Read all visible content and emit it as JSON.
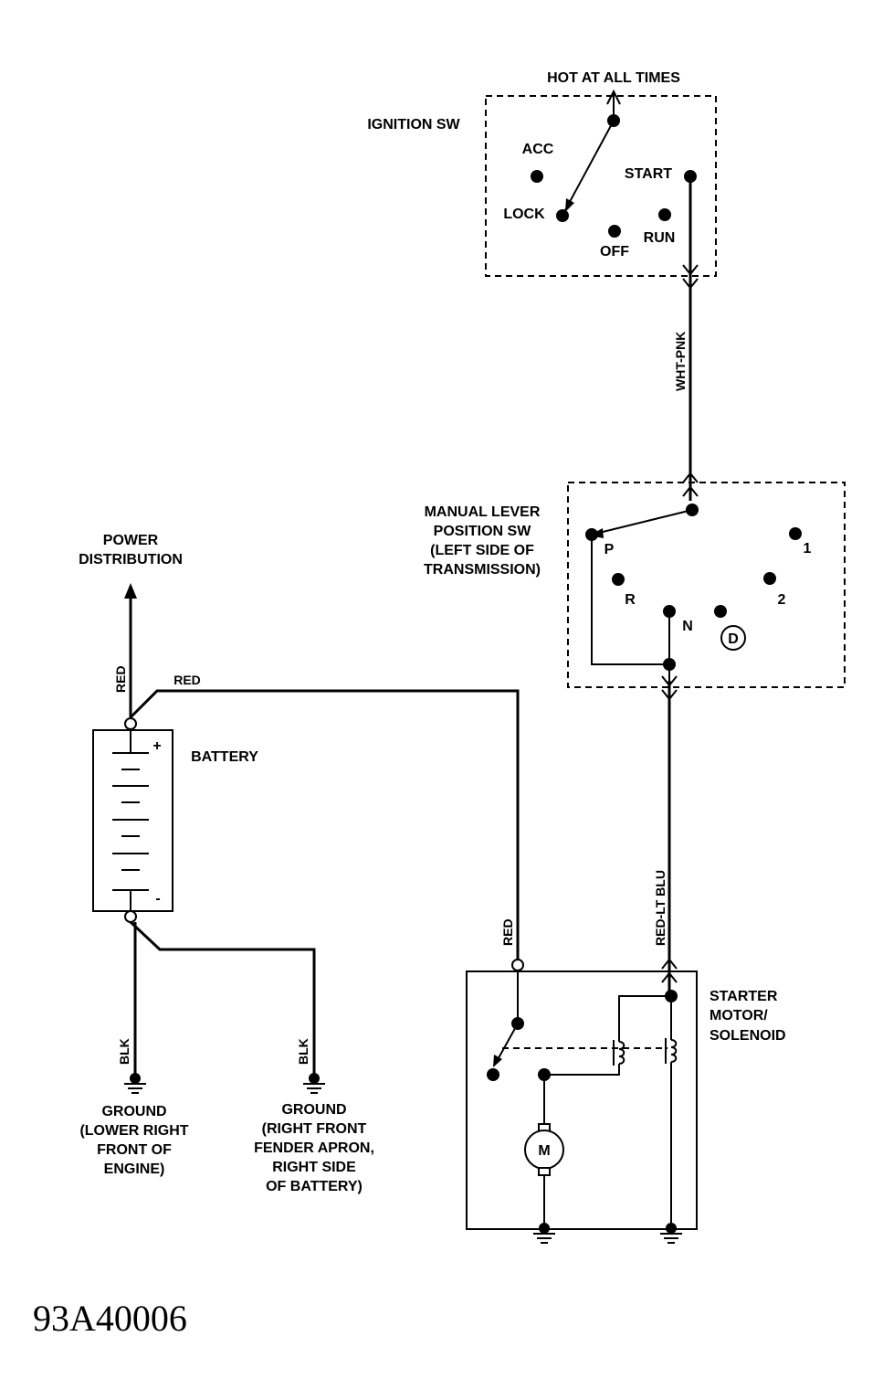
{
  "ignition": {
    "title": "IGNITION SW",
    "hot_label": "HOT AT ALL TIMES",
    "positions": {
      "acc": "ACC",
      "lock": "LOCK",
      "off": "OFF",
      "run": "RUN",
      "start": "START"
    }
  },
  "wires": {
    "wht_pnk": "WHT-PNK",
    "red_lt_blu": "RED-LT BLU",
    "red_up": "RED",
    "red_top": "RED",
    "red_starter": "RED",
    "blk_left": "BLK",
    "blk_right": "BLK"
  },
  "manual_lever": {
    "title_lines": [
      "MANUAL LEVER",
      "POSITION SW",
      "(LEFT SIDE OF",
      "TRANSMISSION)"
    ],
    "positions": {
      "p": "P",
      "r": "R",
      "n": "N",
      "d": "D",
      "two": "2",
      "one": "1"
    }
  },
  "power_distribution": {
    "lines": [
      "POWER",
      "DISTRIBUTION"
    ]
  },
  "battery": {
    "label": "BATTERY",
    "plus": "+",
    "minus": "-"
  },
  "grounds": {
    "left": [
      "GROUND",
      "(LOWER RIGHT",
      "FRONT OF",
      "ENGINE)"
    ],
    "right": [
      "GROUND",
      "(RIGHT FRONT",
      "FENDER APRON,",
      "RIGHT SIDE",
      "OF BATTERY)"
    ]
  },
  "starter": {
    "label_lines": [
      "STARTER",
      "MOTOR/",
      "SOLENOID"
    ],
    "motor_symbol": "M"
  },
  "figure_id": "93A40006"
}
